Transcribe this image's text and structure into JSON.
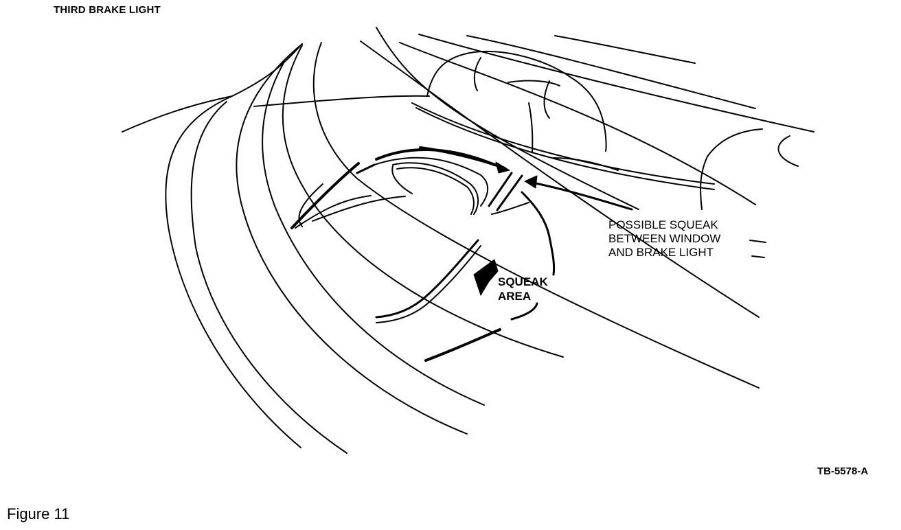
{
  "diagram": {
    "title": "THIRD BRAKE LIGHT",
    "callouts": {
      "possible_squeak": "POSSIBLE SQUEAK\nBETWEEN WINDOW\nAND BRAKE LIGHT",
      "squeak_area": "SQUEAK\nAREA"
    },
    "drawing_code": "TB-5578-A"
  },
  "caption": "Figure 11",
  "colors": {
    "ink": "#000000",
    "background": "#ffffff"
  }
}
